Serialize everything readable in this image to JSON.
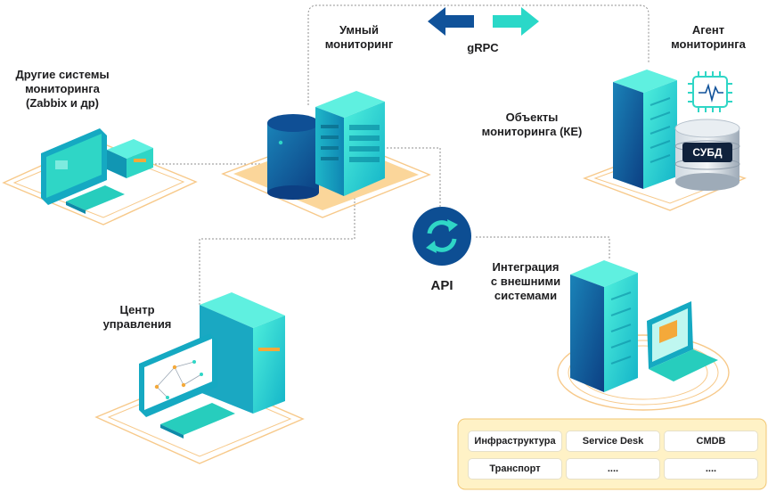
{
  "labels": {
    "smart_monitoring": "Умный\nмониторинг",
    "grpc": "gRPC",
    "agent": "Агент\nмониторинга",
    "other_systems": "Другие системы\nмониторинга\n(Zabbix и др)",
    "objects": "Объекты\nмониторинга (КЕ)",
    "api": "API",
    "integration": "Интеграция\nс внешними\nсистемами",
    "control_center": "Центр\nуправления",
    "dbms": "СУБД"
  },
  "integration_table": {
    "cells": [
      [
        "Инфраструктура",
        "Service Desk",
        "CMDB"
      ],
      [
        "Транспорт",
        "....",
        "...."
      ]
    ]
  },
  "colors": {
    "teal": "#2fd6c6",
    "navy": "#0d4e93",
    "orange_platform": "#fbd69a",
    "arrow_left": "#10529a",
    "arrow_right": "#2ad8c8",
    "table_bg": "#fff2c6"
  }
}
